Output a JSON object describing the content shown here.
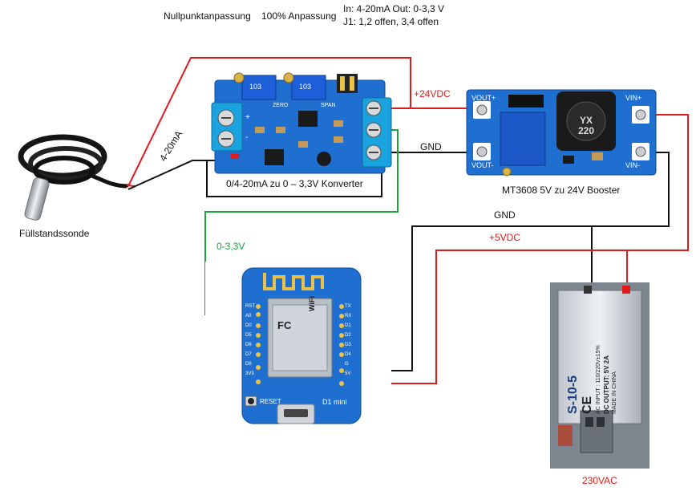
{
  "labels": {
    "zero_adjust": "Nullpunktanpassung",
    "span_adjust": "100% Anpassung",
    "io_line1": "In: 4-20mA Out: 0-3,3 V",
    "io_line2": "J1: 1,2 offen, 3,4 offen",
    "plus24": "+24VDC",
    "sensor_current": "4-20mA",
    "gnd_booster": "GND",
    "converter_title": "0/4-20mA zu 0 – 3,3V Konverter",
    "booster_title": "MT3608 5V zu 24V Booster",
    "sensor_title": "Füllstandssonde",
    "gnd_psu": "GND",
    "plus5": "+5VDC",
    "analog": "0-3,3V",
    "mains": "230VAC"
  },
  "converter_board": {
    "pot_zero": "103",
    "pot_span": "103",
    "zero_text": "ZERO",
    "span_text": "SPAN",
    "plus": "+",
    "minus": "-"
  },
  "booster_board": {
    "vout_plus": "VOUT+",
    "vout_minus": "VOUT-",
    "vin_plus": "VIN+",
    "vin_minus": "VIN-",
    "inductor": "YX 220"
  },
  "wemos": {
    "wifi": "WiFi",
    "fc": "FC",
    "reset": "RESET",
    "brand": "D1 mini",
    "pins_right": [
      "TX",
      "RX",
      "D1",
      "D2",
      "D3",
      "D4",
      "G",
      "5V"
    ],
    "pins_left": [
      "RST",
      "A0",
      "D0",
      "D5",
      "D6",
      "D7",
      "D8",
      "3V3"
    ]
  },
  "psu": {
    "model": "S-10-5",
    "ce": "CE",
    "input": "AC INPUT : 110/220V±15%",
    "output": "DC OUTPUT: 5V 2A",
    "origin": "MADE IN CHINA"
  },
  "colors": {
    "wire_red": "#e11b1b",
    "wire_black": "#111111",
    "wire_green": "#19a23c",
    "board_blue": "#1f6fd0",
    "terminal_blue": "#1aa3df"
  }
}
